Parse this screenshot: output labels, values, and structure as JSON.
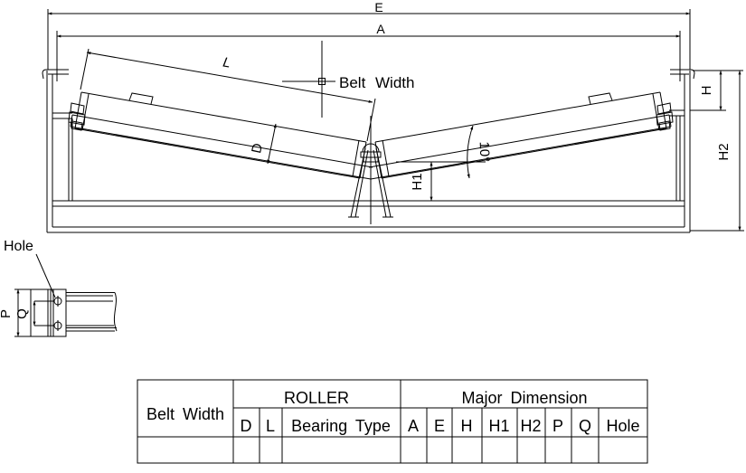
{
  "drawing": {
    "dim_e": "E",
    "dim_a": "A",
    "dim_l": "L",
    "belt_width_label": "Belt Width",
    "dim_d": "D",
    "angle_label": "10°",
    "dim_h": "H",
    "dim_h1": "H1",
    "dim_h2": "H2",
    "detail": {
      "hole_label": "Hole",
      "dim_p": "P",
      "dim_q": "Q"
    }
  },
  "table": {
    "belt_width_header": "Belt Width",
    "roller_header": "ROLLER",
    "major_dimension_header": "Major Dimension",
    "roller_cols": [
      "D",
      "L",
      "Bearing Type"
    ],
    "major_cols": [
      "A",
      "E",
      "H",
      "H1",
      "H2",
      "P",
      "Q",
      "Hole"
    ],
    "data_row": [
      "",
      "",
      "",
      "",
      "",
      "",
      "",
      "",
      "",
      "",
      ""
    ]
  },
  "colors": {
    "line": "#000000",
    "background": "#ffffff"
  }
}
